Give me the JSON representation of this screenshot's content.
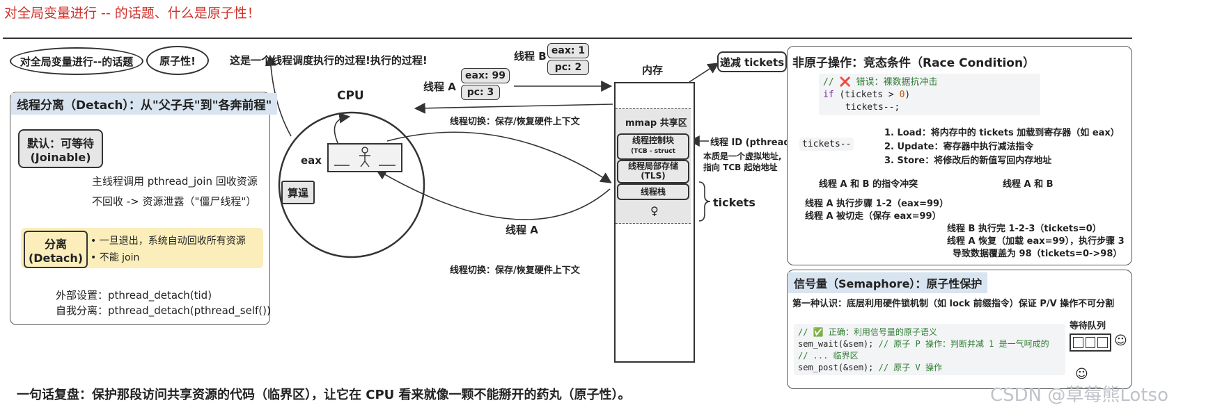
{
  "page_title": "对全局变量进行 -- 的话题、什么是原子性！",
  "bubbles": {
    "topic": "对全局变量进行--的话题",
    "atomic": "原子性!"
  },
  "scheduling_note": "这是一个线程调度执行的过程!执行的过程!",
  "detach_panel": {
    "header": "线程分离（Detach）：从\"父子兵\"到\"各奔前程\"",
    "default_box_line1": "默认：可等待",
    "default_box_line2": "(Joinable)",
    "join_note": "主线程调用 pthread_join 回收资源",
    "leak_note": "不回收 -> 资源泄露（\"僵尸线程\"）",
    "detach_box_line1": "分离",
    "detach_box_line2": "(Detach)",
    "bullet1": "• 一旦退出，系统自动回收所有资源",
    "bullet2": "• 不能 join",
    "ext_set": "外部设置：pthread_detach(tid)",
    "self_set": "自我分离：pthread_detach(pthread_self())"
  },
  "cpu": {
    "label": "CPU",
    "eax": "eax",
    "alu": "算逞"
  },
  "threads": {
    "thread_a_label": "线程 A",
    "thread_a_eax": "eax: 99",
    "thread_a_pc": "pc: 3",
    "thread_b_label": "线程 B",
    "thread_b_eax": "eax: 1",
    "thread_b_pc": "pc: 2",
    "switch_top": "线程切换：保存/恢复硬件上下文",
    "switch_bottom": "线程切换：保存/恢复硬件上下文",
    "thread_a_mid": "线程 A"
  },
  "memory": {
    "label": "内存",
    "mmap": "mmap 共享区",
    "tcb_line1": "线程控制块",
    "tcb_line2": "(TCB - struct pthread)",
    "tls_line1": "线程局部存储",
    "tls_line2": "(TLS)",
    "stack": "线程栈",
    "thread_id": "线程 ID (pthread_t)",
    "addr_note_line1": "本质是一个虚拟地址,",
    "addr_note_line2": "指向 TCB 起始地址",
    "tickets": "tickets",
    "dec_tickets": "递减 tickets"
  },
  "race_panel": {
    "header": "非原子操作：竞态条件（Race Condition）",
    "code_comment": "// ❌ 错误：裸数据抗冲击",
    "code_if_kw": "if",
    "code_if_rest": " (tickets > ",
    "code_zero": "0",
    "code_close": ")",
    "code_dec": "tickets--;",
    "tickets_dec": "tickets--",
    "step1": "1. Load：将内存中的 tickets 加载到寄存器（如 eax）",
    "step2": "2. Update：寄存器中执行减法指令",
    "step3": "3. Store：将修改后的新值写回内存地址",
    "conflict_label": "线程 A 和 B 的指令冲突",
    "ab_label": "线程 A 和 B",
    "a_exec": "线程 A 执行步骤 1-2（eax=99）",
    "a_cut": "线程 A 被切走（保存 eax=99）",
    "b_done": "线程 B 执行完 1-2-3（tickets=0）",
    "a_resume": "线程 A 恢复（加载 eax=99），执行步骤 3",
    "overwrite": "导致数据覆盖为 98（tickets=0->98）"
  },
  "sem_panel": {
    "header": "信号量（Semaphore）：原子性保护",
    "insight": "第一种认识：底层利用硬件锁机制（如 lock 前缀指令）保证 P/V 操作不可分割",
    "code_comment": "// ✅ 正确：利用信号量的原子语义",
    "wait_call": "sem_wait(&sem);",
    "wait_comment": " // 原子 P 操作：判断并减 1 是一气呵成的",
    "critical": "// ... 临界区",
    "post_call": "sem_post(&sem);",
    "post_comment": " // 原子 V 操作",
    "queue_label": "等待队列"
  },
  "summary": "一句话复盘：保护那段访问共享资源的代码（临界区），让它在 CPU 看来就像一颗不能掰开的药丸（原子性）。",
  "watermark": "CSDN @草莓熊Lotso",
  "colors": {
    "title_red": "#d0322c",
    "header_blue": "#d8e4f0",
    "detach_yellow": "#fbeebb",
    "code_green": "#2f7d32"
  }
}
